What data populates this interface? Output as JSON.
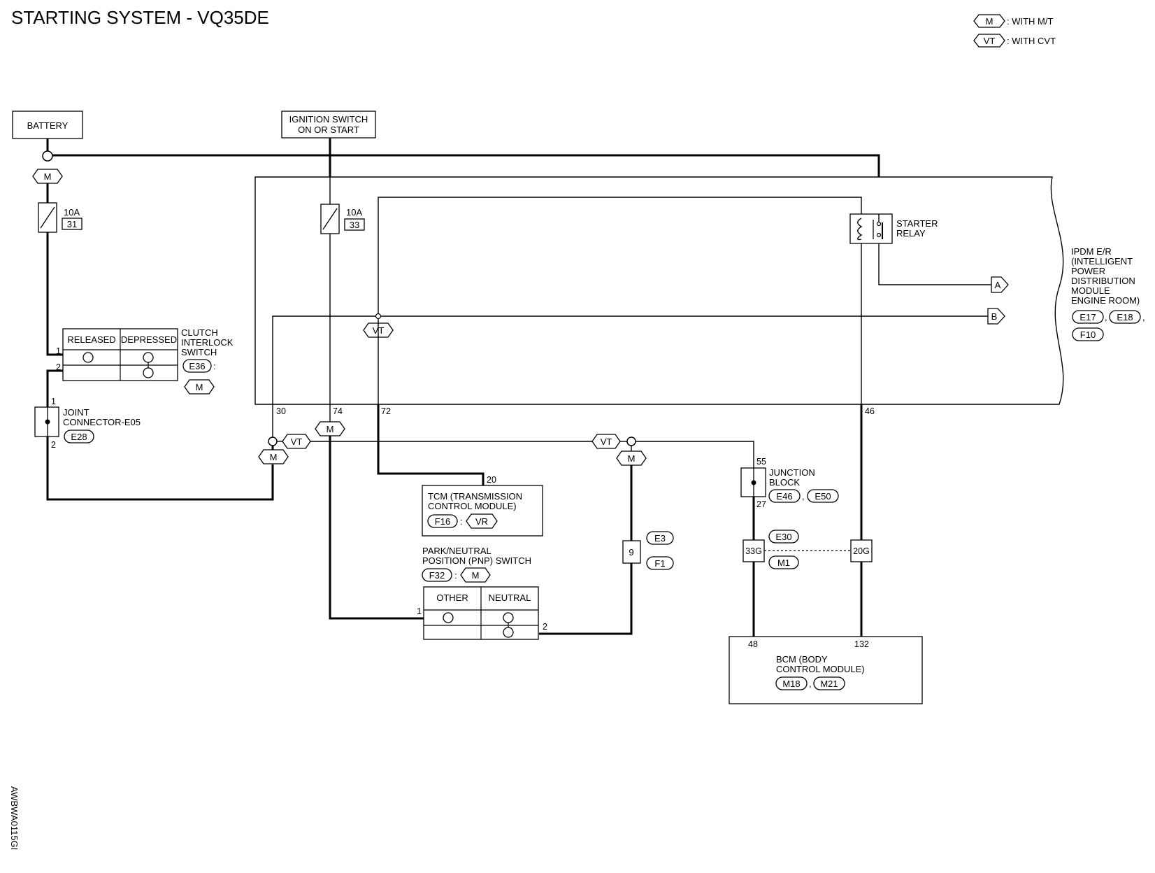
{
  "title": "STARTING SYSTEM - VQ35DE",
  "legend": {
    "m_tag": "M",
    "m_text": ": WITH M/T",
    "vt_tag": "VT",
    "vt_text": ": WITH CVT"
  },
  "battery": "BATTERY",
  "ignition": {
    "line1": "IGNITION SWITCH",
    "line2": "ON OR START"
  },
  "fuse_31": {
    "rating": "10A",
    "number": "31"
  },
  "fuse_33": {
    "rating": "10A",
    "number": "33"
  },
  "starter_relay": {
    "line1": "STARTER",
    "line2": "RELAY"
  },
  "ipdm": {
    "lines": [
      "IPDM E/R",
      "(INTELLIGENT",
      "POWER",
      "DISTRIBUTION",
      "MODULE",
      "ENGINE ROOM)"
    ],
    "connectors": [
      "E17",
      "E18",
      "F10"
    ],
    "comma": ","
  },
  "ipdm_pins": {
    "p30": "30",
    "p74": "74",
    "p72": "72",
    "p46": "46"
  },
  "arrows": {
    "a": "A",
    "b": "B"
  },
  "clutch_switch": {
    "lines": [
      "CLUTCH",
      "INTERLOCK",
      "SWITCH"
    ],
    "col1": "RELEASED",
    "col2": "DEPRESSED",
    "connector": "E36",
    "colon": ":",
    "tag": "M",
    "pin1": "1",
    "pin2": "2"
  },
  "joint_connector": {
    "line1": "JOINT",
    "line2": "CONNECTOR-E05",
    "connector": "E28",
    "pin1": "1",
    "pin2": "2"
  },
  "tcm": {
    "line1": "TCM (TRANSMISSION",
    "line2": "CONTROL MODULE)",
    "connector": "F16",
    "colon": ":",
    "tag": "VR",
    "pin": "20"
  },
  "pnp_switch": {
    "line1": "PARK/NEUTRAL",
    "line2": "POSITION (PNP) SWITCH",
    "connector": "F32",
    "colon": ":",
    "tag": "M",
    "col1": "OTHER",
    "col2": "NEUTRAL",
    "pin1": "1",
    "pin2": "2"
  },
  "connector_9": {
    "pin": "9",
    "conn1": "E3",
    "conn2": "F1"
  },
  "junction_block": {
    "line1": "JUNCTION",
    "line2": "BLOCK",
    "connectors": [
      "E46",
      "E50"
    ],
    "comma": ",",
    "pin_top": "55",
    "pin_bottom": "27"
  },
  "joint_33g": {
    "pin": "33G",
    "conn1": "E30",
    "conn2": "M1"
  },
  "joint_20g": {
    "pin": "20G"
  },
  "bcm": {
    "line1": "BCM (BODY",
    "line2": "CONTROL MODULE)",
    "connectors": [
      "M18",
      "M21"
    ],
    "comma": ",",
    "pin48": "48",
    "pin132": "132"
  },
  "tags": {
    "m": "M",
    "vt": "VT"
  },
  "side_code": "AWBWA0115GI"
}
